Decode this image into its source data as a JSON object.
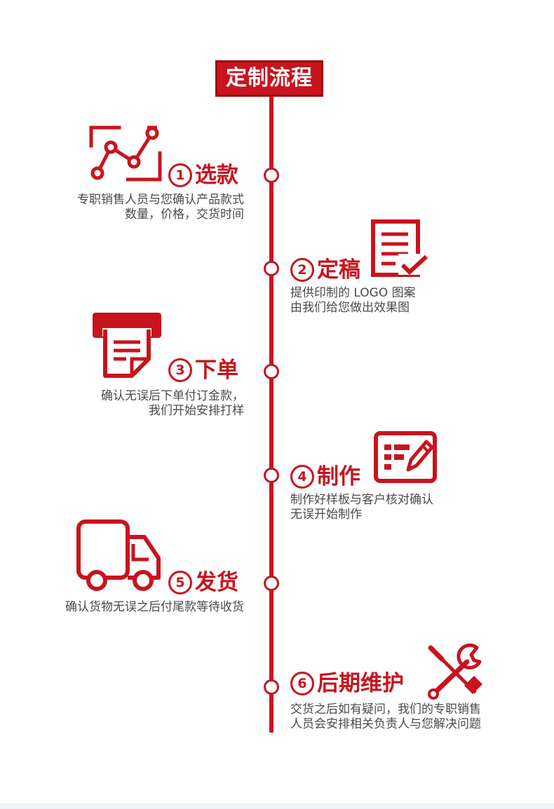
{
  "header": {
    "title": "定制流程"
  },
  "steps": [
    {
      "number": "1",
      "title": "选款",
      "icon": "chart-icon",
      "lines": [
        "专职销售人员与您确认产品款式",
        "数量，价格，交货时间"
      ]
    },
    {
      "number": "2",
      "title": "定稿",
      "icon": "document-check-icon",
      "lines": [
        "提供印制的 LOGO 图案",
        "由我们给您做出效果图"
      ]
    },
    {
      "number": "3",
      "title": "下单",
      "icon": "printer-paper-icon",
      "lines": [
        "确认无误后下单付订金款，",
        "我们开始安排打样"
      ]
    },
    {
      "number": "4",
      "title": "制作",
      "icon": "edit-form-icon",
      "lines": [
        "制作好样板与客户核对确认",
        "无误开始制作"
      ]
    },
    {
      "number": "5",
      "title": "发货",
      "icon": "truck-icon",
      "lines": [
        "确认货物无误之后付尾款等待收货"
      ]
    },
    {
      "number": "6",
      "title": "后期维护",
      "icon": "wrench-screwdriver-icon",
      "lines": [
        "交货之后如有疑问，我们的专职销售",
        "人员会安排相关负责人与您解决问题"
      ]
    }
  ],
  "colors": {
    "accent": "#c8141e",
    "text": "#4a4a4a"
  }
}
